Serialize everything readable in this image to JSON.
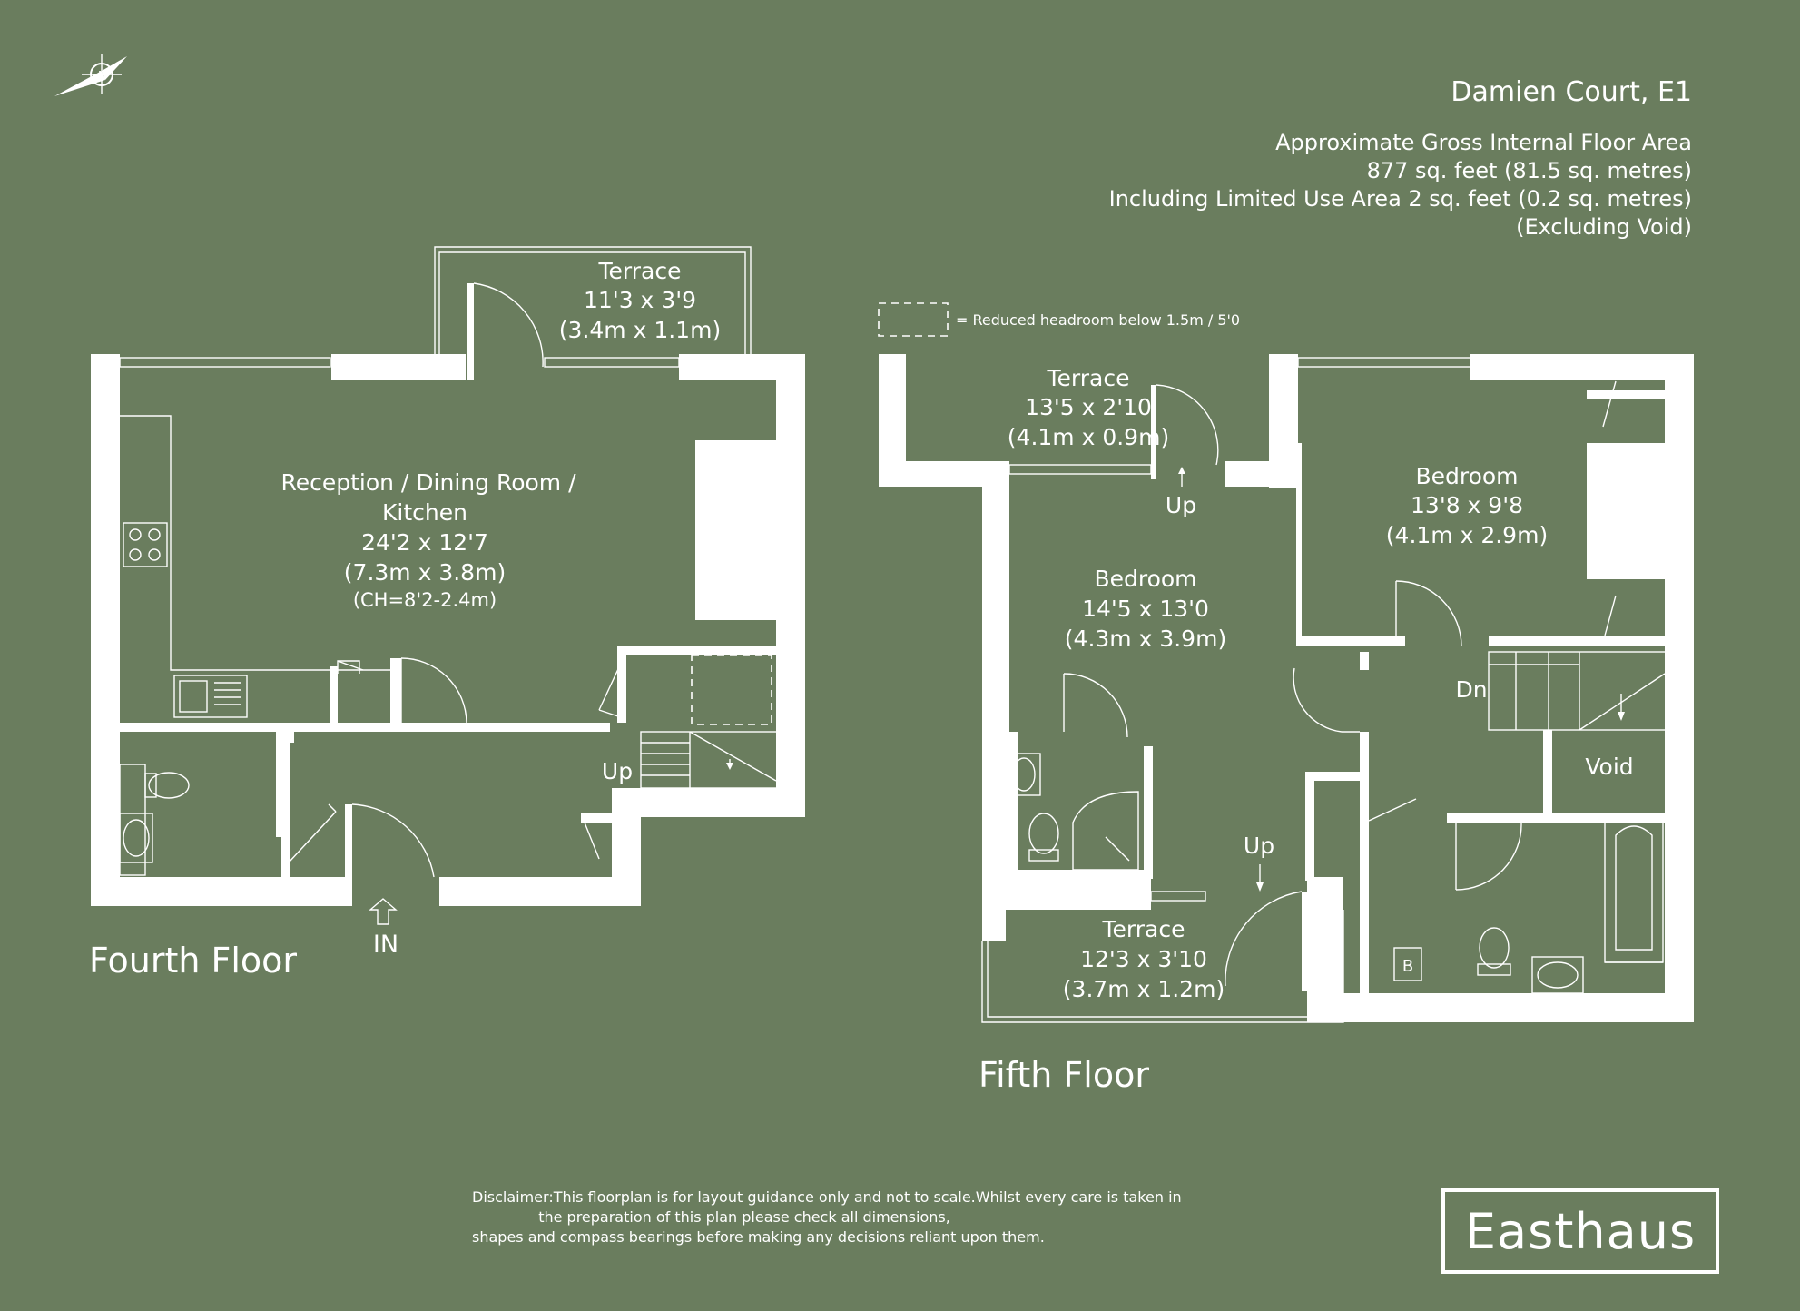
{
  "property": {
    "name": "Damien Court, E1",
    "area_heading": "Approximate Gross Internal Floor Area",
    "area_total": "877 sq. feet (81.5 sq. metres)",
    "area_limited": "Including Limited Use Area 2 sq. feet (0.2 sq. metres)",
    "area_note": "(Excluding Void)"
  },
  "legend": {
    "reduced_headroom": "= Reduced headroom below 1.5m / 5'0"
  },
  "fourth_floor": {
    "title": "Fourth Floor",
    "entrance": "IN",
    "stairs": "Up",
    "terrace": {
      "name": "Terrace",
      "imperial": "11'3 x 3'9",
      "metric": "(3.4m x 1.1m)"
    },
    "reception": {
      "name_line1": "Reception / Dining Room /",
      "name_line2": "Kitchen",
      "imperial": "24'2 x 12'7",
      "metric": "(7.3m x 3.8m)",
      "ceiling": "(CH=8'2-2.4m)"
    }
  },
  "fifth_floor": {
    "title": "Fifth Floor",
    "terrace_top": {
      "name": "Terrace",
      "imperial": "13'5 x 2'10",
      "metric": "(4.1m x 0.9m)"
    },
    "terrace_bottom": {
      "name": "Terrace",
      "imperial": "12'3 x 3'10",
      "metric": "(3.7m x 1.2m)"
    },
    "bedroom_left": {
      "name": "Bedroom",
      "imperial": "14'5 x 13'0",
      "metric": "(4.3m x 3.9m)"
    },
    "bedroom_right": {
      "name": "Bedroom",
      "imperial": "13'8 x 9'8",
      "metric": "(4.1m x 2.9m)"
    },
    "up_top": "Up",
    "up_bottom": "Up",
    "down": "Dn",
    "void": "Void",
    "boiler": "B"
  },
  "disclaimer": {
    "line1": "Disclaimer:This floorplan is for layout guidance only and not to scale.Whilst every care is taken in",
    "line2": "the preparation of this plan please check all dimensions,",
    "line3": "shapes and compass bearings before making any decisions reliant upon them."
  },
  "brand": {
    "logo": "Easthaus"
  },
  "colors": {
    "background": "#6a7d5e",
    "ink": "#ffffff"
  },
  "icons": [
    "compass-icon",
    "hob-icon",
    "sink-icon",
    "toilet-icon",
    "basin-icon",
    "shower-icon",
    "bath-icon",
    "entrance-arrow-icon"
  ]
}
